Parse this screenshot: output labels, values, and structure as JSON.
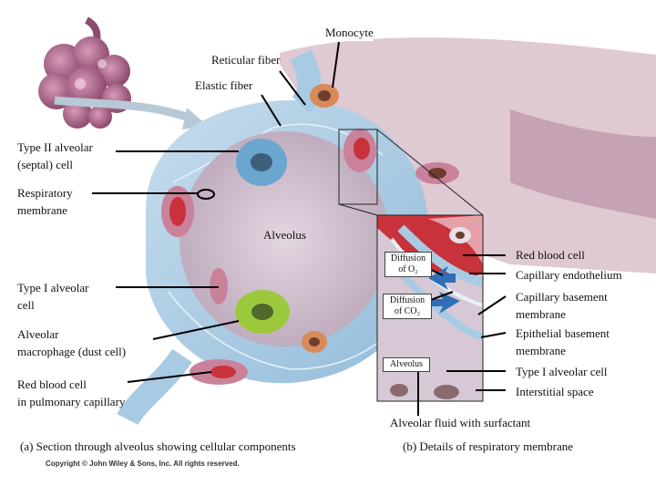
{
  "labels": {
    "monocyte": "Monocyte",
    "reticular_fiber": "Reticular fiber",
    "elastic_fiber": "Elastic fiber",
    "type2_line1": "Type II alveolar",
    "type2_line2": "(septal) cell",
    "resp_line1": "Respiratory",
    "resp_line2": "membrane",
    "alveolus": "Alveolus",
    "type1_line1": "Type I alveolar",
    "type1_line2": "cell",
    "macro_line1": "Alveolar",
    "macro_line2": "macrophage (dust cell)",
    "rbc_cap_line1": "Red blood cell",
    "rbc_cap_line2": "in pulmonary capillary",
    "rbc": "Red blood cell",
    "cap_endo": "Capillary endothelium",
    "cap_base_line1": "Capillary basement",
    "cap_base_line2": "membrane",
    "epi_base_line1": "Epithelial basement",
    "epi_base_line2": "membrane",
    "type1_right": "Type I alveolar cell",
    "interstitial": "Interstitial space",
    "alv_fluid": "Alveolar fluid with surfactant",
    "diff_o2_line1": "Diffusion",
    "diff_o2_line2": "of O₂",
    "diff_co2_line1": "Diffusion",
    "diff_co2_line2": "of CO₂",
    "alveolus_box": "Alveolus"
  },
  "captions": {
    "a": "(a) Section through alveolus showing cellular components",
    "b": "(b) Details of respiratory membrane"
  },
  "copyright": "Copyright © John Wiley & Sons, Inc. All rights reserved.",
  "colors": {
    "tissue": "#a8cbe3",
    "alveolus_lumen": "#d9cbd6",
    "cell_pink": "#c9829a",
    "rbc": "#c8323a",
    "macrophage": "#9cc93c",
    "type2_cell": "#6aa6cf"
  }
}
